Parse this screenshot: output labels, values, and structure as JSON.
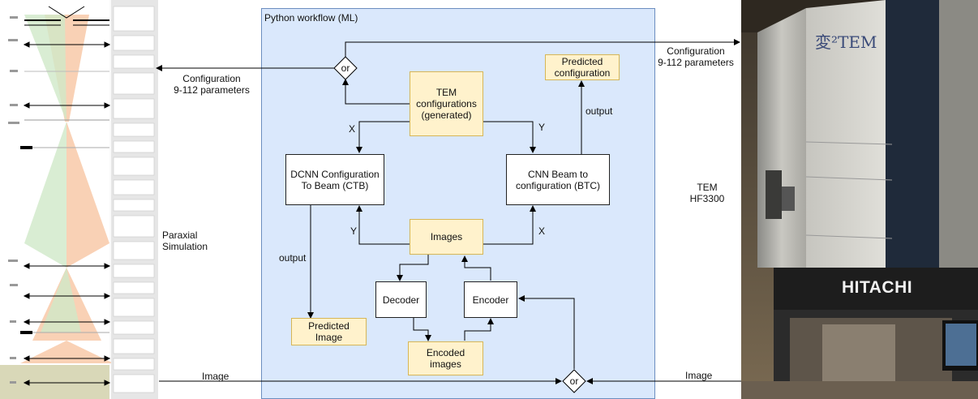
{
  "panel_title": "Python workflow (ML)",
  "nodes": {
    "tem_configurations": "TEM\nconfigurations\n(generated)",
    "predicted_configuration": "Predicted\nconfiguration",
    "dcnn": "DCNN Configuration\nTo Beam (CTB)",
    "cnn": "CNN Beam to\nconfiguration (BTC)",
    "images": "Images",
    "decoder": "Decoder",
    "encoder": "Encoder",
    "predicted_image": "Predicted\nImage",
    "encoded_images": "Encoded\nimages"
  },
  "or_labels": [
    "or",
    "or"
  ],
  "edge_labels": {
    "x_left": "X",
    "y_right": "Y",
    "y_left": "Y",
    "x_right": "X",
    "output_right": "output",
    "output_left": "output"
  },
  "outside_labels": {
    "config_left": "Configuration\n9-112 parameters",
    "config_right": "Configuration\n9-112 parameters",
    "paraxial": "Paraxial\nSimulation",
    "tem": "TEM\nHF3300",
    "image_left": "Image",
    "image_right": "Image"
  },
  "photo": {
    "brand": "HITACHI",
    "logo": "変²TEM"
  },
  "colors": {
    "panel_fill": "#dae8fc",
    "panel_border": "#6c8ebf",
    "node_yellow": "#fff2cc",
    "node_yellow_border": "#d6b656",
    "beam_orange": "#f8c9a8",
    "beam_green": "#cfe8c8"
  }
}
